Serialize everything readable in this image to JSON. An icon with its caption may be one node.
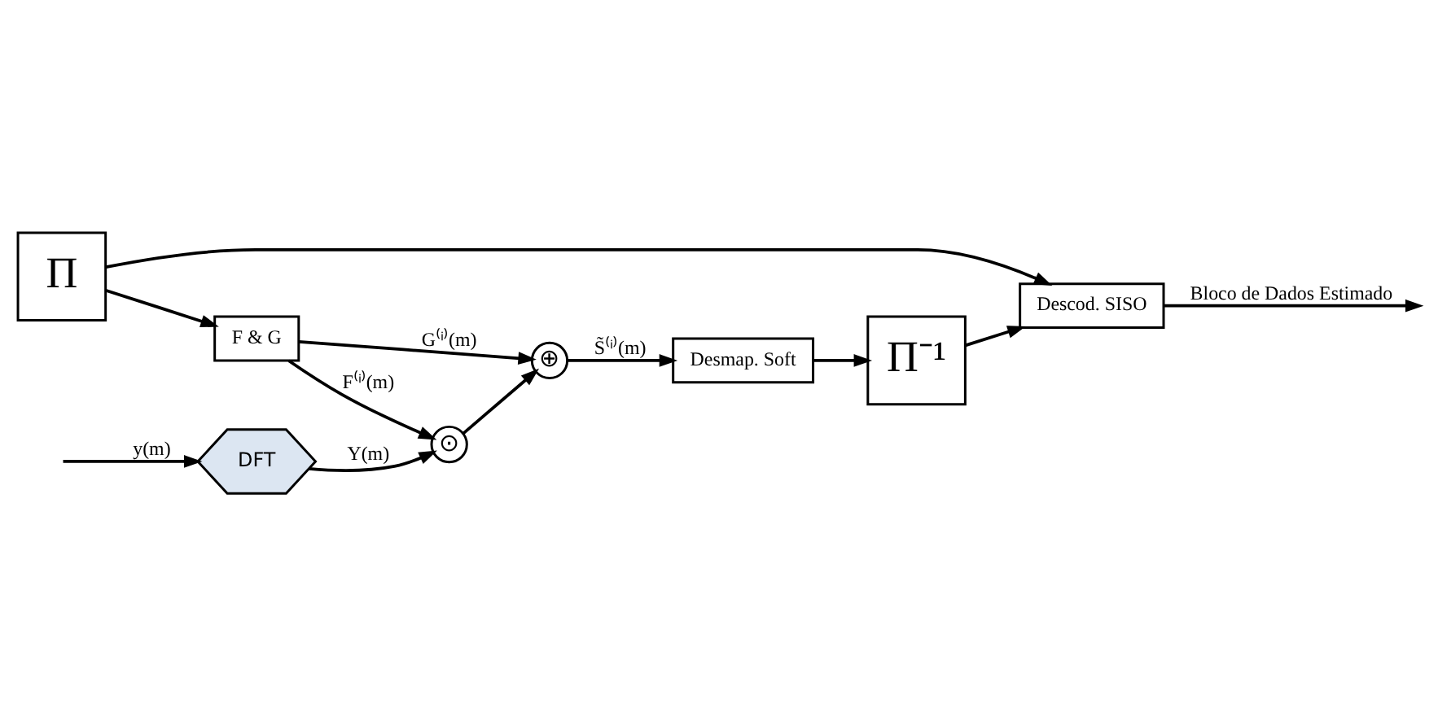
{
  "diagram": {
    "nodes": [
      {
        "text": [
          "DFT"
        ]
      },
      {
        "text": [
          "⊙"
        ]
      },
      {
        "text": [
          "⊕"
        ]
      },
      {
        "text": [
          "Desmap. Soft"
        ]
      },
      {
        "text": [
          "Π⁻¹"
        ]
      },
      {
        "text": [
          "F & G"
        ]
      },
      {
        "text": [
          "Π"
        ]
      },
      {
        "text": [
          "Descod. SISO"
        ]
      }
    ],
    "edges": [
      {
        "from": null,
        "to": 0,
        "arrow": "to",
        "label": "y(m)"
      },
      {
        "from": 0,
        "to": 1,
        "arrow": "to",
        "label": "Y(m)"
      },
      {
        "from": 1,
        "to": 2,
        "arrow": "to"
      },
      {
        "from": 2,
        "to": 3,
        "arrow": "to",
        "label": "S̃⁽ⁱ⁾(m)"
      },
      {
        "from": 3,
        "to": 4,
        "arrow": "to"
      },
      {
        "from": 4,
        "to": 7,
        "arrow": "to"
      },
      {
        "from": 5,
        "to": 1,
        "arrow": "to",
        "label": "F⁽ⁱ⁾(m)"
      },
      {
        "from": 5,
        "to": 2,
        "arrow": "to",
        "label": "G⁽ⁱ⁾(m)"
      },
      {
        "from": 6,
        "to": 7,
        "arrow": "to"
      },
      {
        "from": 6,
        "to": 5,
        "arrow": "to"
      },
      {
        "from": 7,
        "to": null,
        "arrow": "to",
        "label": "Bloco de Dados Estimado"
      }
    ]
  }
}
